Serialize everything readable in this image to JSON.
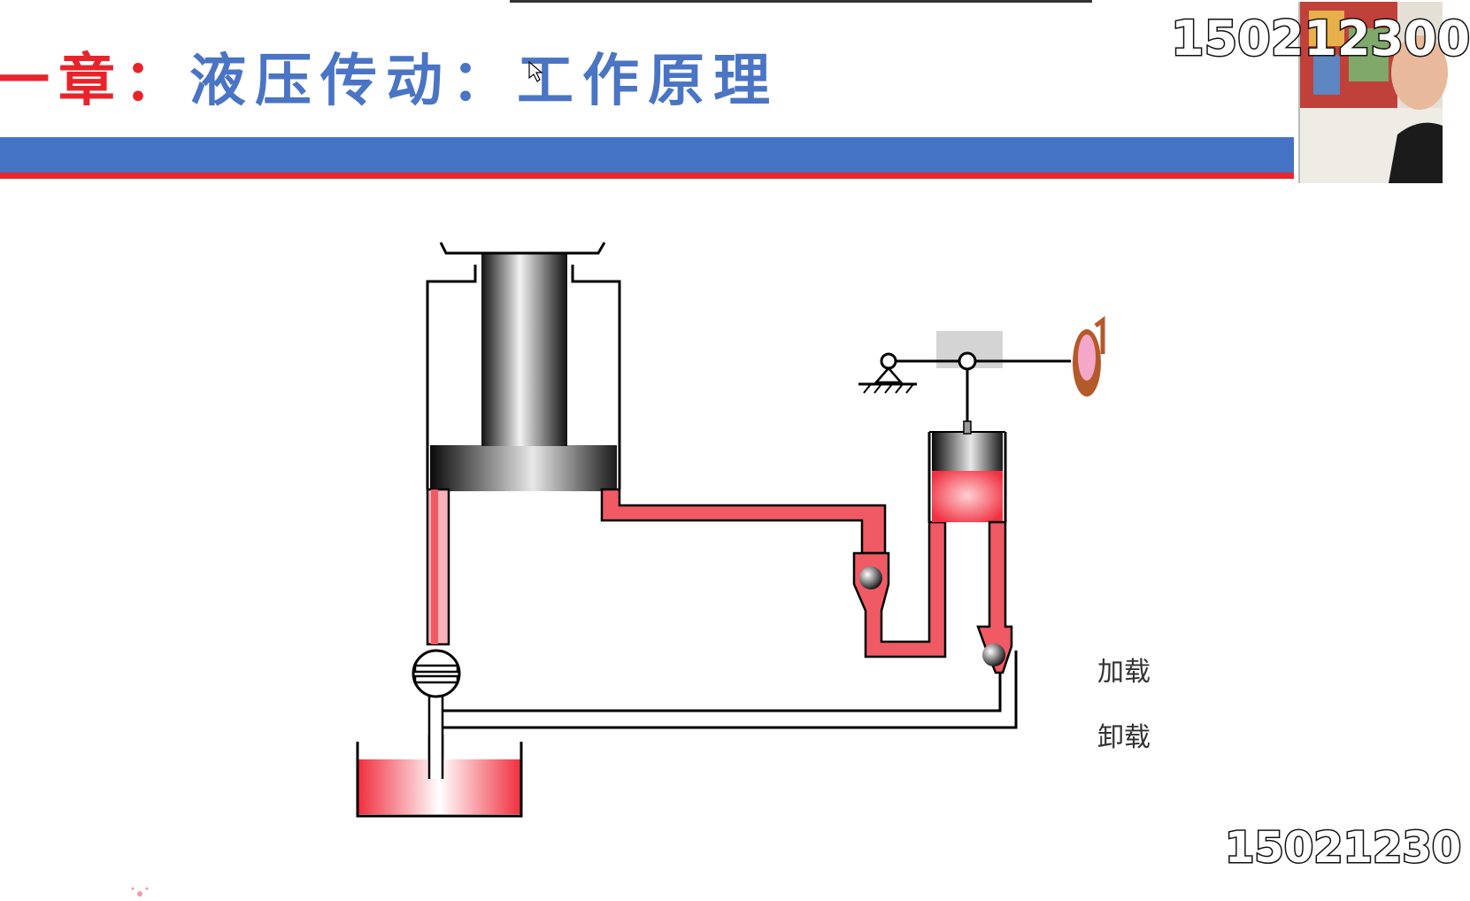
{
  "slide": {
    "title_chapter": "一章：",
    "title_main": "液压传动：工作原理"
  },
  "overlay": {
    "phone_top": "150212300",
    "phone_bottom": "15021230"
  },
  "diagram": {
    "load_label": "加载",
    "unload_label": "卸载"
  },
  "colors": {
    "title_red": "#e8242a",
    "title_blue": "#4a74c4",
    "band_blue": "#4472c4",
    "band_red": "#e8262b",
    "fluid_red": "#f0505a"
  },
  "icons": [
    "mouse-cursor-icon",
    "fixed-pivot-icon",
    "hand-icon",
    "check-ball-icon",
    "stop-valve-icon"
  ]
}
